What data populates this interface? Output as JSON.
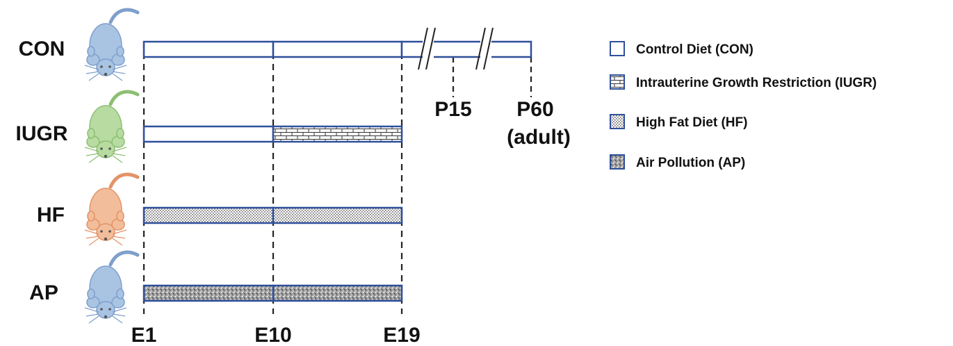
{
  "groups": [
    {
      "label": "CON",
      "mouse_color": "#a9c3e3",
      "mouse_stroke": "#7f9fcc",
      "segments": [
        "control",
        "control",
        "control"
      ],
      "postnatal": true
    },
    {
      "label": "IUGR",
      "mouse_color": "#b7dba1",
      "mouse_stroke": "#8cbf72",
      "segments": [
        "control",
        "iugr"
      ],
      "postnatal": false
    },
    {
      "label": "HF",
      "mouse_color": "#f2bd9a",
      "mouse_stroke": "#e39367",
      "segments": [
        "hf",
        "hf"
      ],
      "postnatal": false
    },
    {
      "label": "AP",
      "mouse_color": "#a9c3e3",
      "mouse_stroke": "#7f9fcc",
      "segments": [
        "ap",
        "ap"
      ],
      "postnatal": false
    }
  ],
  "timepoints": {
    "embryonic": [
      "E1",
      "E10",
      "E19"
    ],
    "postnatal": [
      "P15",
      "P60"
    ],
    "postnatal_note": "(adult)"
  },
  "legend": [
    {
      "key": "control",
      "label": "Control Diet (CON)"
    },
    {
      "key": "iugr",
      "label": "Intrauterine Growth Restriction (IUGR)"
    },
    {
      "key": "hf",
      "label": "High Fat Diet (HF)"
    },
    {
      "key": "ap",
      "label": "Air Pollution (AP)"
    }
  ],
  "colors": {
    "bar_outline": "#2e4f9a",
    "dashed": "#222222",
    "text": "#111111"
  }
}
